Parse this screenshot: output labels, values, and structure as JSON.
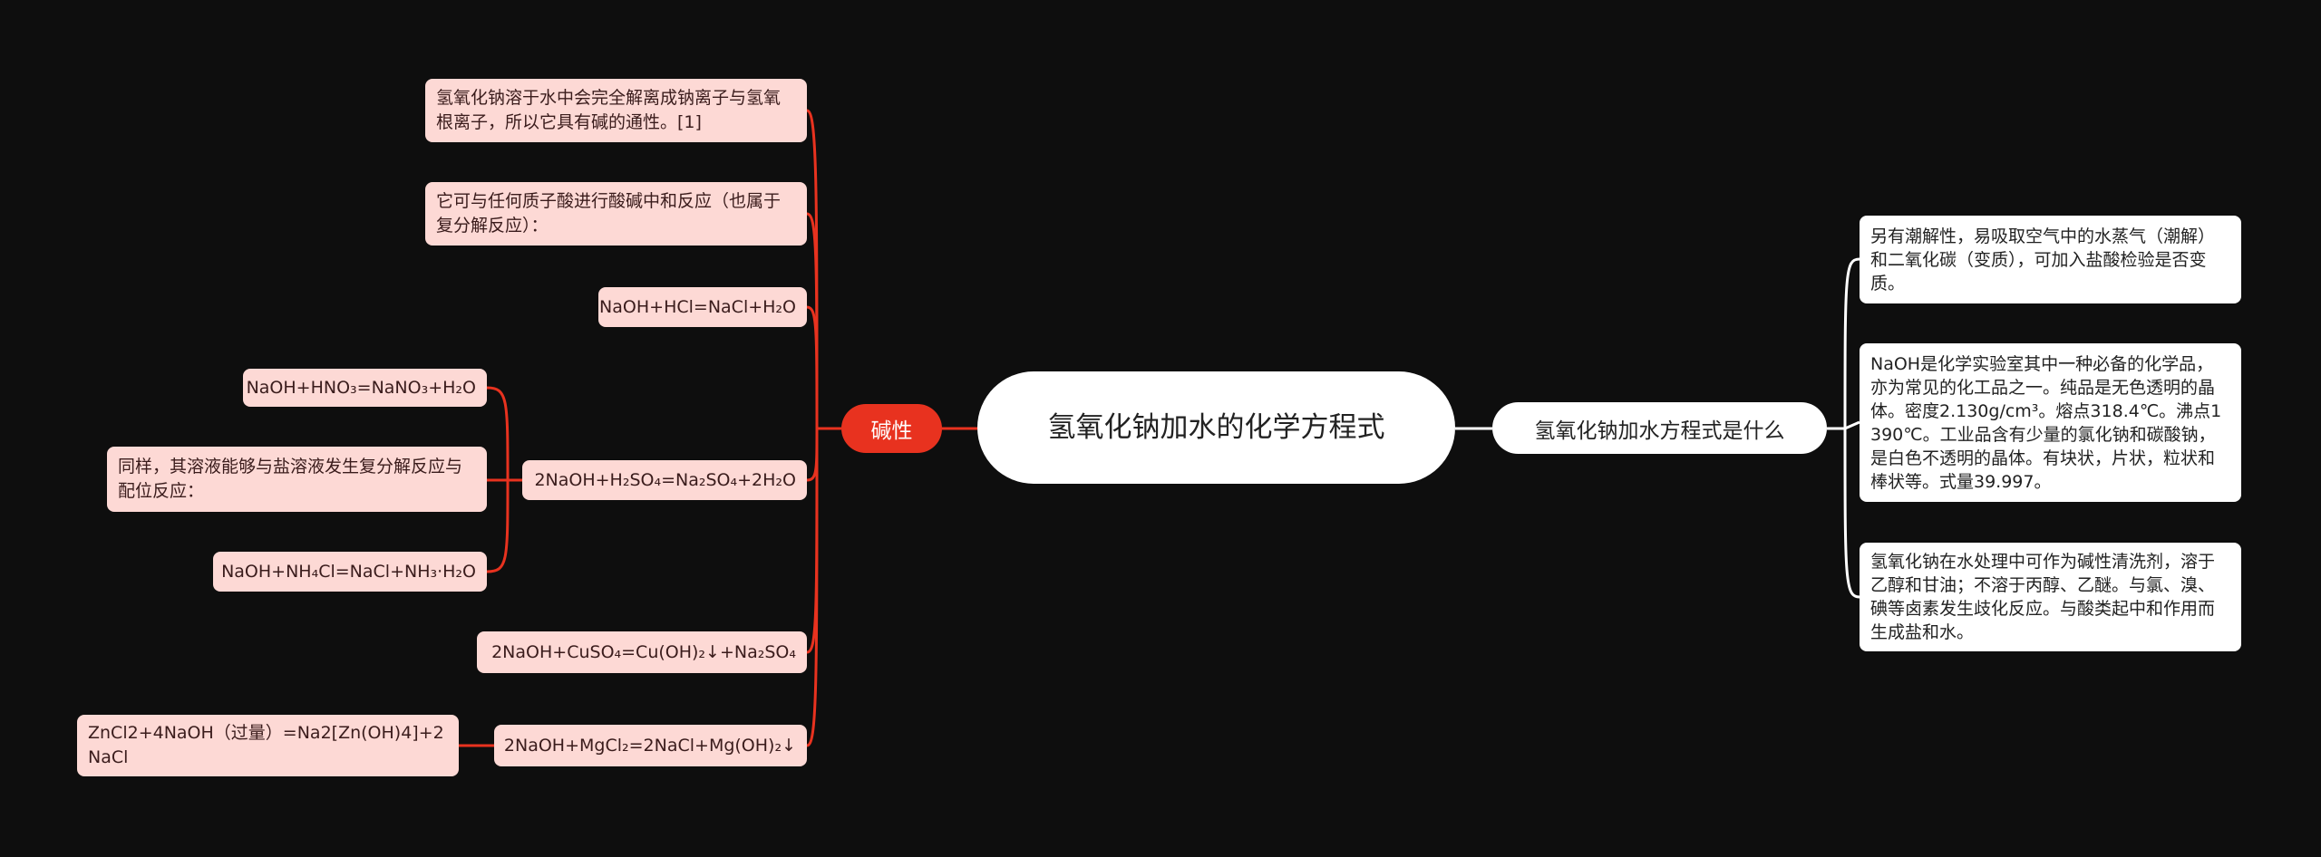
{
  "colors": {
    "background": "#0e0e0e",
    "accent": "#e8321f",
    "left_leaf": "#fdd9d5",
    "right_leaf": "#ffffff"
  },
  "center": {
    "title": "氢氧化钠加水的化学方程式"
  },
  "left_branch": {
    "label": "碱性",
    "items": [
      {
        "text": "氢氧化钠溶于水中会完全解离成钠离子与氢氧根离子，所以它具有碱的通性。[1]"
      },
      {
        "text": "它可与任何质子酸进行酸碱中和反应（也属于复分解反应）："
      },
      {
        "text": "NaOH+HCl=NaCl+H₂O"
      },
      {
        "text": "2NaOH+H₂SO₄=Na₂SO₄+2H₂O",
        "children": [
          {
            "text": "NaOH+HNO₃=NaNO₃+H₂O"
          },
          {
            "text": "同样，其溶液能够与盐溶液发生复分解反应与配位反应："
          },
          {
            "text": "NaOH+NH₄Cl=NaCl+NH₃·H₂O"
          }
        ]
      },
      {
        "text": "2NaOH+CuSO₄=Cu(OH)₂↓+Na₂SO₄"
      },
      {
        "text": "2NaOH+MgCl₂=2NaCl+Mg(OH)₂↓",
        "children": [
          {
            "text": "ZnCl2+4NaOH（过量）=Na2[Zn(OH)4]+2NaCl"
          }
        ]
      }
    ]
  },
  "right_branch": {
    "label": "氢氧化钠加水方程式是什么",
    "items": [
      {
        "text": "另有潮解性，易吸取空气中的水蒸气（潮解）和二氧化碳（变质），可加入盐酸检验是否变质。"
      },
      {
        "text": "NaOH是化学实验室其中一种必备的化学品，亦为常见的化工品之一。纯品是无色透明的晶体。密度2.130g/cm³。熔点318.4℃。沸点1390℃。工业品含有少量的氯化钠和碳酸钠，是白色不透明的晶体。有块状，片状，粒状和棒状等。式量39.997。"
      },
      {
        "text": "氢氧化钠在水处理中可作为碱性清洗剂，溶于乙醇和甘油；不溶于丙醇、乙醚。与氯、溴、碘等卤素发生歧化反应。与酸类起中和作用而生成盐和水。"
      }
    ]
  }
}
